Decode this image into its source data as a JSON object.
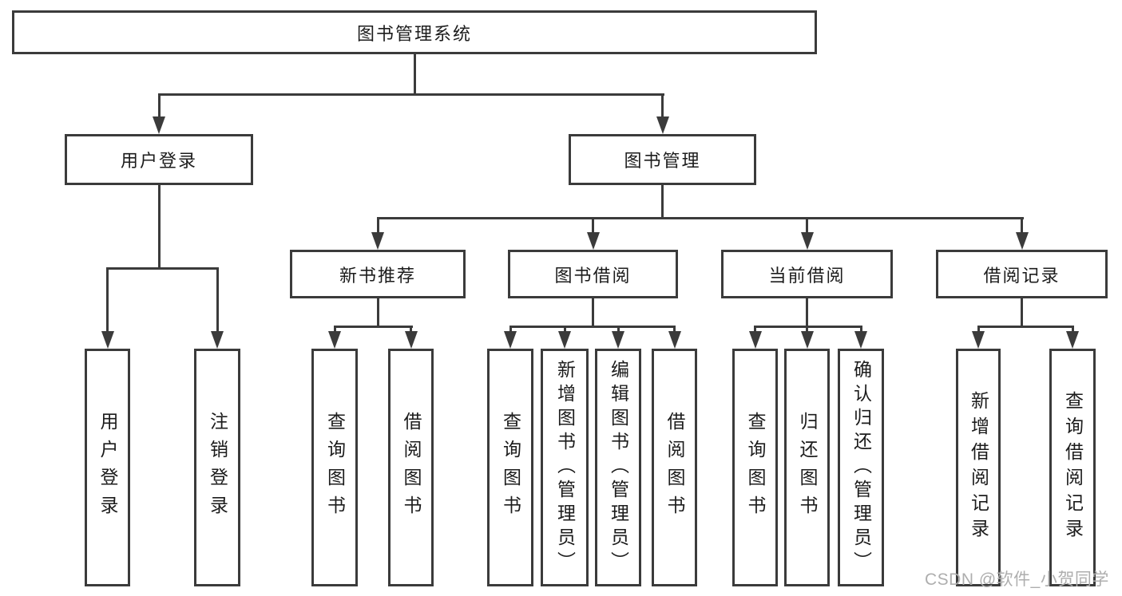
{
  "tree": {
    "label": "图书管理系统",
    "children": [
      {
        "label": "用户登录",
        "children": [
          {
            "label": "用户登录"
          },
          {
            "label": "注销登录"
          }
        ]
      },
      {
        "label": "图书管理",
        "children": [
          {
            "label": "新书推荐",
            "children": [
              {
                "label": "查询图书"
              },
              {
                "label": "借阅图书"
              }
            ]
          },
          {
            "label": "图书借阅",
            "children": [
              {
                "label": "查询图书"
              },
              {
                "label": "新增图书（管理员）"
              },
              {
                "label": "编辑图书（管理员）"
              },
              {
                "label": "借阅图书"
              }
            ]
          },
          {
            "label": "当前借阅",
            "children": [
              {
                "label": "查询图书"
              },
              {
                "label": "归还图书"
              },
              {
                "label": "确认归还（管理员）"
              }
            ]
          },
          {
            "label": "借阅记录",
            "children": [
              {
                "label": "新增借阅记录"
              },
              {
                "label": "查询借阅记录"
              }
            ]
          }
        ]
      }
    ]
  },
  "watermark": {
    "text": "CSDN @软件_小贺同学"
  },
  "colors": {
    "line": "#3b3b3b",
    "text": "#1c1c1c",
    "watermark": "#aeaeae",
    "background": "#ffffff"
  }
}
